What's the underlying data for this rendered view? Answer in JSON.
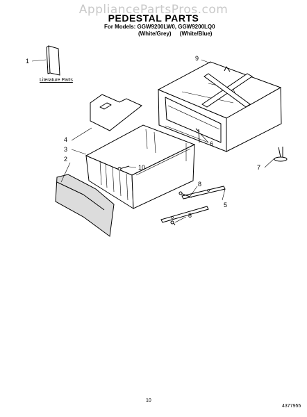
{
  "watermark": "AppliancePartsPros.com",
  "title": "PEDESTAL PARTS",
  "models_line": "For Models: GGW9200LW0, GGW9200LQ0",
  "color_variants": [
    "(White/Grey)",
    "(White/Blue)"
  ],
  "literature_label": "Literature Parts",
  "callouts": {
    "c1": "1",
    "c2": "2",
    "c3": "3",
    "c4": "4",
    "c5": "5",
    "c6": "6",
    "c7": "7",
    "c8a": "8",
    "c8b": "8",
    "c9": "9",
    "c10": "10"
  },
  "page_number": "10",
  "doc_number": "4377955"
}
